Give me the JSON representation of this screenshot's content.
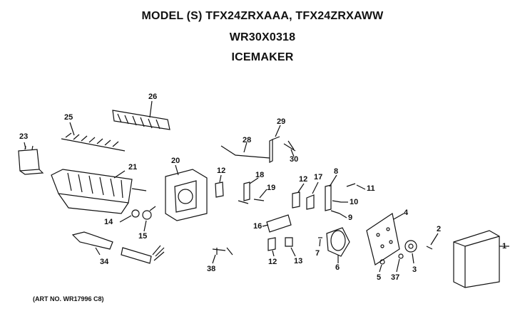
{
  "header": {
    "model_line": "MODEL (S) TFX24ZRXAAA, TFX24ZRXAWW",
    "part_number": "WR30X0318",
    "assembly_name": "ICEMAKER"
  },
  "footer": {
    "art_number": "(ART NO. WR17996 C8)"
  },
  "callouts": [
    "1",
    "2",
    "3",
    "4",
    "5",
    "6",
    "7",
    "8",
    "9",
    "10",
    "11",
    "12",
    "12",
    "12",
    "13",
    "14",
    "15",
    "16",
    "17",
    "18",
    "19",
    "20",
    "21",
    "23",
    "25",
    "26",
    "28",
    "29",
    "30",
    "34",
    "37",
    "38"
  ]
}
